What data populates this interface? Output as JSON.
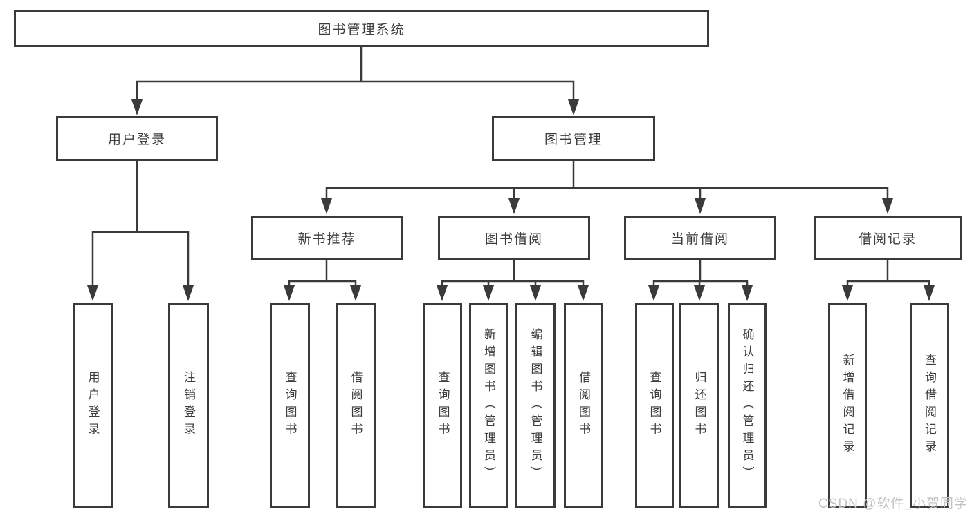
{
  "colors": {
    "box_border": "#3a3a3a",
    "connector_line": "#3a3a3a",
    "text": "#3d3d3d",
    "background": "#ffffff",
    "watermark": "#c3c3c3"
  },
  "watermark": {
    "text": "CSDN @软件_小贺同学"
  },
  "tree": {
    "label": "图书管理系统",
    "children": [
      {
        "label": "用户登录",
        "children": [
          {
            "label": "用户登录"
          },
          {
            "label": "注销登录"
          }
        ]
      },
      {
        "label": "图书管理",
        "children": [
          {
            "label": "新书推荐",
            "children": [
              {
                "label": "查询图书"
              },
              {
                "label": "借阅图书"
              }
            ]
          },
          {
            "label": "图书借阅",
            "children": [
              {
                "label": "查询图书"
              },
              {
                "label": "新增图书（管理员）"
              },
              {
                "label": "编辑图书（管理员）"
              },
              {
                "label": "借阅图书"
              }
            ]
          },
          {
            "label": "当前借阅",
            "children": [
              {
                "label": "查询图书"
              },
              {
                "label": "归还图书"
              },
              {
                "label": "确认归还（管理员）"
              }
            ]
          },
          {
            "label": "借阅记录",
            "children": [
              {
                "label": "新增借阅记录"
              },
              {
                "label": "查询借阅记录"
              }
            ]
          }
        ]
      }
    ]
  }
}
